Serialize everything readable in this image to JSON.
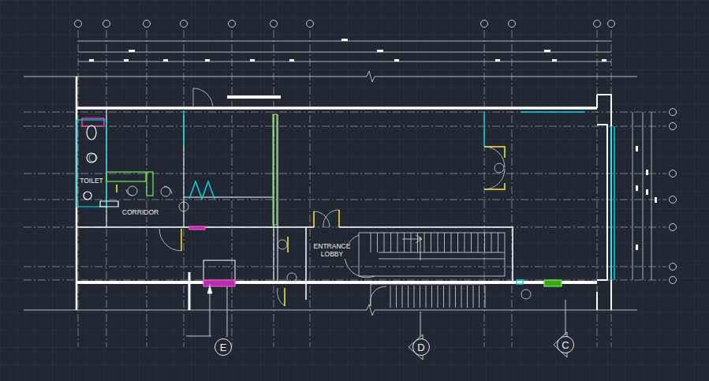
{
  "diagram": {
    "nodes": [
      {
        "text": [
          "E"
        ]
      },
      {
        "text": [
          "D"
        ]
      },
      {
        "text": [
          "C"
        ]
      }
    ],
    "labels": [
      "TOILET",
      "CORRIDOR",
      "ENTRANCE LOBBY"
    ]
  }
}
